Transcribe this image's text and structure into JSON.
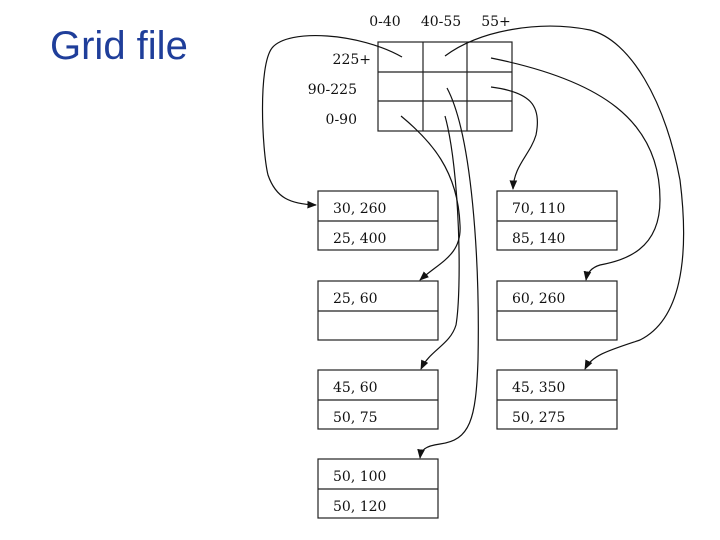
{
  "title": "Grid file",
  "grid": {
    "x_ranges": [
      "0-40",
      "40-55",
      "55+"
    ],
    "y_ranges": [
      "225+",
      "90-225",
      "0-90"
    ]
  },
  "buckets": [
    {
      "id": "b1",
      "records": [
        "30, 260",
        "25, 400"
      ]
    },
    {
      "id": "b2",
      "records": [
        "25, 60",
        ""
      ]
    },
    {
      "id": "b3",
      "records": [
        "45, 60",
        "50, 75"
      ]
    },
    {
      "id": "b4",
      "records": [
        "50, 100",
        "50, 120"
      ]
    },
    {
      "id": "b5",
      "records": [
        "70, 110",
        "85, 140"
      ]
    },
    {
      "id": "b6",
      "records": [
        "60, 260",
        ""
      ]
    },
    {
      "id": "b7",
      "records": [
        "45, 350",
        "50, 275"
      ]
    }
  ],
  "colors": {
    "title": "#1f3e9a",
    "lines": "#222222"
  }
}
